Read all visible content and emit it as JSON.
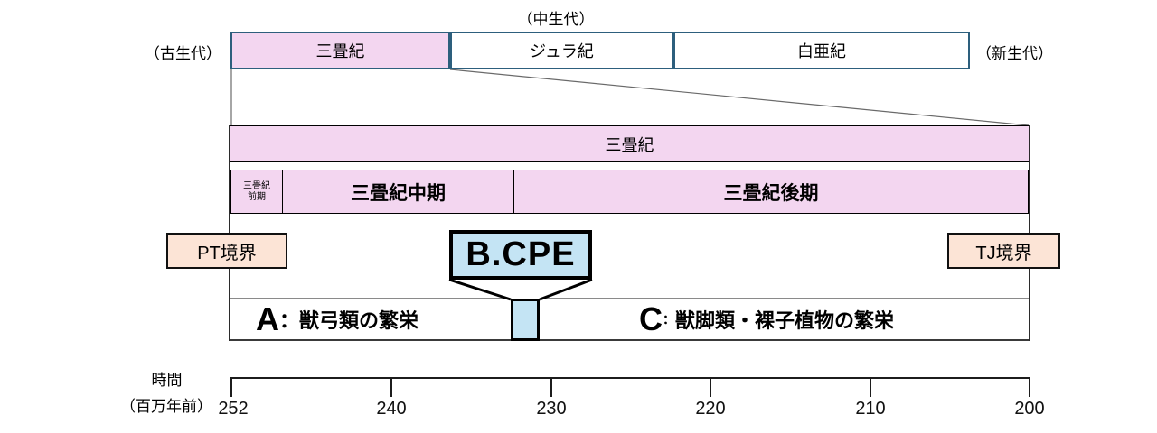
{
  "colors": {
    "pink": "#f3d6f0",
    "peach": "#fce4d6",
    "blue": "#c4e4f4",
    "frame": "#2d5f7d"
  },
  "top": {
    "paleozoic_label": "（古生代）",
    "mesozoic_label": "（中生代）",
    "cenozoic_label": "（新生代）",
    "periods": [
      {
        "label": "三畳紀"
      },
      {
        "label": "ジュラ紀"
      },
      {
        "label": "白亜紀"
      }
    ]
  },
  "detail": {
    "period_label": "三畳紀",
    "early_line1": "三畳紀",
    "early_line2": "前期",
    "middle_label": "三畳紀中期",
    "late_label": "三畳紀後期"
  },
  "markers": {
    "pt_boundary": "PT境界",
    "tj_boundary": "TJ境界",
    "cpe_label": "B.CPE"
  },
  "events": {
    "a_letter": "A",
    "a_text": "：獣弓類の繁栄",
    "c_letter": "C",
    "c_colon": "：",
    "c_text": "獣脚類・裸子植物の繁栄"
  },
  "axis": {
    "title_line1": "時間",
    "title_line2": "（百万年前）",
    "ticks": [
      "252",
      "240",
      "230",
      "220",
      "210",
      "200"
    ]
  }
}
